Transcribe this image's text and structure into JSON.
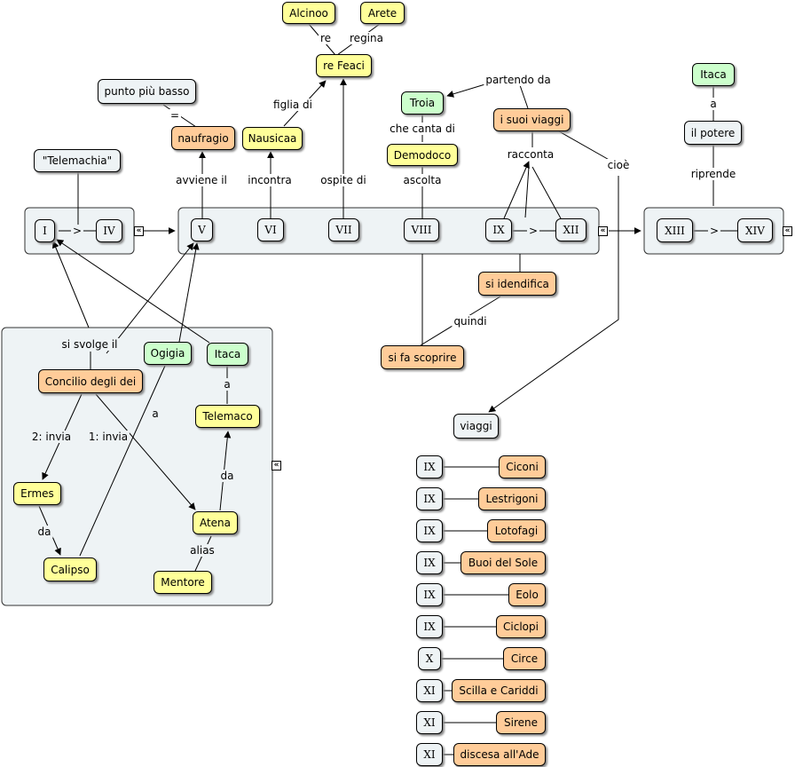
{
  "colors": {
    "yellow": "#ffff99",
    "green": "#ccffcc",
    "orange": "#ffcc99",
    "group": "#eef3f5",
    "line": "#000000"
  },
  "nodes": {
    "alcinoo": "Alcinoo",
    "arete": "Arete",
    "re_feaci": "re Feaci",
    "punto_piu_basso": "punto più basso",
    "naufragio": "naufragio",
    "nausicaa": "Nausicaa",
    "telemachia": "\"Telemachia\"",
    "troia": "Troia",
    "demodoco": "Demodoco",
    "i_suoi_viaggi": "i suoi viaggi",
    "itaca_top": "Itaca",
    "il_potere": "il potere",
    "si_identifica": "si idendifica",
    "si_fa_scoprire": "si fa scoprire",
    "viaggi": "viaggi",
    "concilio": "Concilio degli dei",
    "ogigia": "Ogigia",
    "itaca_left": "Itaca",
    "telemaco": "Telemaco",
    "ermes": "Ermes",
    "atena": "Atena",
    "calipso": "Calipso",
    "mentore": "Mentore"
  },
  "books": {
    "g1": {
      "a": "I",
      "sep": ">",
      "b": "IV"
    },
    "g2": {
      "v": "V",
      "vi": "VI",
      "vii": "VII",
      "viii": "VIII",
      "ix": "IX",
      "sep": ">",
      "xii": "XII"
    },
    "g3": {
      "a": "XIII",
      "sep": ">",
      "b": "XIV"
    }
  },
  "links": {
    "re": "re",
    "regina": "regina",
    "figlia_di": "figlia di",
    "eq": "=",
    "partendo_da": "partendo da",
    "che_canta_di": "che canta di",
    "racconta": "racconta",
    "cioe": "cioè",
    "a": "a",
    "riprende": "riprende",
    "avviene_il": "avviene il",
    "incontra": "incontra",
    "ospite_di": "ospite di",
    "ascolta": "ascolta",
    "quindi": "quindi",
    "si_svolge_il": "si svolge il",
    "a_itaca": "a",
    "a_ogigia": "a",
    "invia2": "2: invia",
    "invia1": "1: invia",
    "da_telemaco": "da",
    "da_ermes": "da",
    "alias": "alias"
  },
  "viaggi_list": [
    {
      "book": "IX",
      "place": "Ciconi"
    },
    {
      "book": "IX",
      "place": "Lestrigoni"
    },
    {
      "book": "IX",
      "place": "Lotofagi"
    },
    {
      "book": "IX",
      "place": "Buoi del Sole"
    },
    {
      "book": "IX",
      "place": "Eolo"
    },
    {
      "book": "IX",
      "place": "Ciclopi"
    },
    {
      "book": "X",
      "place": "Circe"
    },
    {
      "book": "XI",
      "place": "Scilla e Cariddi"
    },
    {
      "book": "XI",
      "place": "Sirene"
    },
    {
      "book": "XI",
      "place": "discesa all'Ade"
    }
  ]
}
